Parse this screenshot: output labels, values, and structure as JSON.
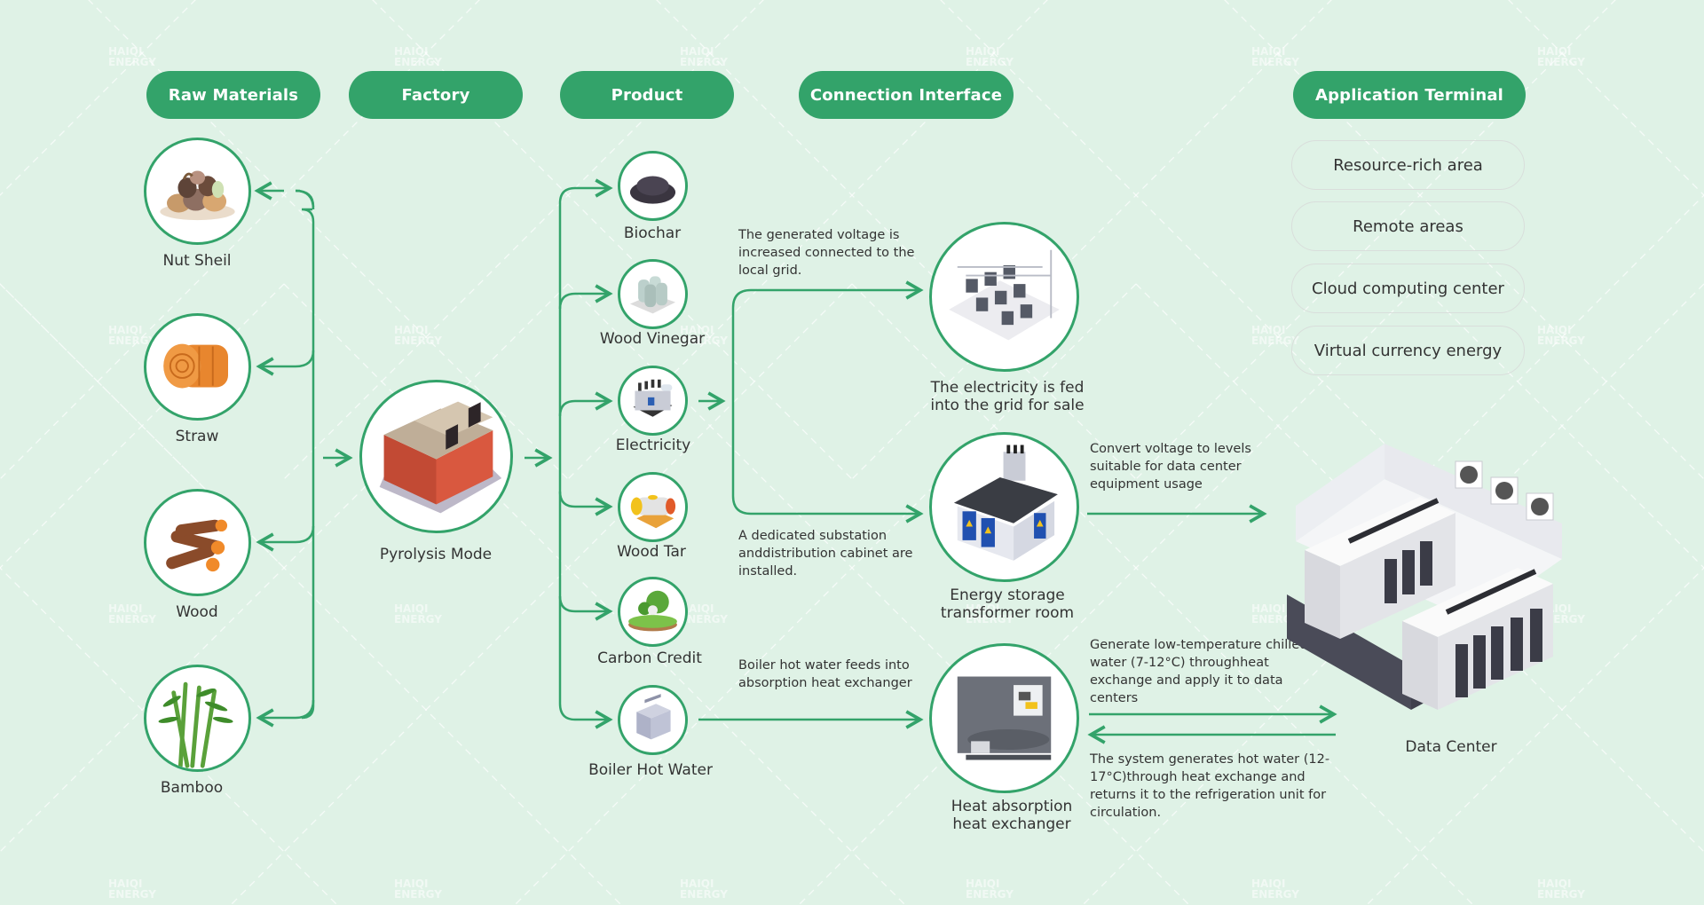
{
  "headers": {
    "raw_materials": "Raw Materials",
    "factory": "Factory",
    "product": "Product",
    "connection_interface": "Connection Interface",
    "application_terminal": "Application Terminal"
  },
  "raw_materials": [
    {
      "label": "Nut Sheil",
      "icon": "nut-shell-icon"
    },
    {
      "label": "Straw",
      "icon": "straw-bale-icon"
    },
    {
      "label": "Wood",
      "icon": "wood-logs-icon"
    },
    {
      "label": "Bamboo",
      "icon": "bamboo-icon"
    }
  ],
  "factory": {
    "label": "Pyrolysis Mode",
    "icon": "factory-building-icon"
  },
  "products": [
    {
      "label": "Biochar",
      "icon": "biochar-icon"
    },
    {
      "label": "Wood Vinegar",
      "icon": "storage-tanks-icon"
    },
    {
      "label": "Electricity",
      "icon": "generator-icon"
    },
    {
      "label": "Wood Tar",
      "icon": "tar-tank-icon"
    },
    {
      "label": "Carbon Credit",
      "icon": "carbon-credit-forest-icon"
    },
    {
      "label": "Boiler Hot Water",
      "icon": "boiler-icon"
    }
  ],
  "connections": [
    {
      "label_line1": "The electricity is fed",
      "label_line2": "into the grid for sale",
      "icon": "substation-grid-icon"
    },
    {
      "label_line1": "Energy storage",
      "label_line2": "transformer room",
      "icon": "transformer-room-icon"
    },
    {
      "label_line1": "Heat absorption",
      "label_line2": "heat exchanger",
      "icon": "heat-exchanger-icon"
    }
  ],
  "notes": {
    "grid_voltage": "The generated voltage is increased connected to the local grid.",
    "substation": "A dedicated substation anddistribution cabinet are installed.",
    "boiler_feed": "Boiler hot water feeds into absorption heat exchanger",
    "convert_voltage": "Convert voltage to levels suitable for data center equipment usage",
    "chilled_water": "Generate low-temperature chilled water (7-12°C) throughheat exchange and apply it to data centers",
    "hot_water_return": "The system generates hot water (12-17°C)through heat exchange and returns it to the refrigeration unit for circulation."
  },
  "application_terminal": {
    "items": [
      "Resource-rich area",
      "Remote areas",
      "Cloud computing center",
      "Virtual currency energy"
    ]
  },
  "data_center": {
    "label": "Data Center",
    "icon": "data-center-icon"
  },
  "watermark": {
    "line1": "HAIQI",
    "line2": "ENERGY"
  },
  "colors": {
    "accent": "#33a36a",
    "background": "#dff2e6",
    "text": "#333333"
  }
}
